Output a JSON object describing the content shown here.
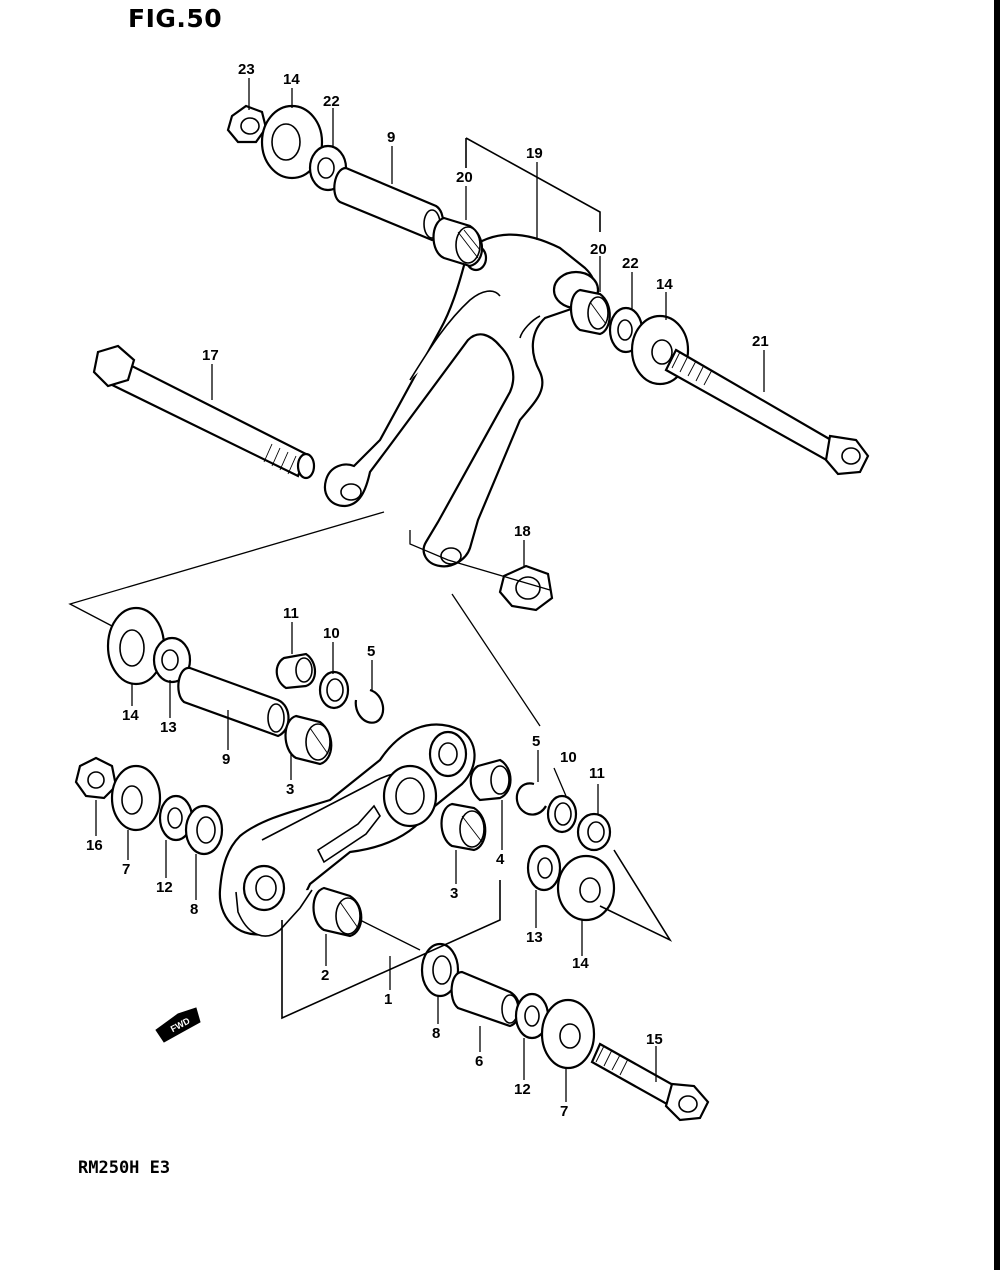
{
  "figure": {
    "title": "FIG.50",
    "model": "RM250H E3",
    "direction_badge": "FWD"
  },
  "callouts": [
    {
      "id": "c23a",
      "text": "23"
    },
    {
      "id": "c14a",
      "text": "14"
    },
    {
      "id": "c22a",
      "text": "22"
    },
    {
      "id": "c9a",
      "text": "9"
    },
    {
      "id": "c20a",
      "text": "20"
    },
    {
      "id": "c19",
      "text": "19"
    },
    {
      "id": "c20b",
      "text": "20"
    },
    {
      "id": "c22b",
      "text": "22"
    },
    {
      "id": "c14b",
      "text": "14"
    },
    {
      "id": "c21",
      "text": "21"
    },
    {
      "id": "c17",
      "text": "17"
    },
    {
      "id": "c18",
      "text": "18"
    },
    {
      "id": "c11a",
      "text": "11"
    },
    {
      "id": "c10a",
      "text": "10"
    },
    {
      "id": "c5a",
      "text": "5"
    },
    {
      "id": "c14c",
      "text": "14"
    },
    {
      "id": "c13a",
      "text": "13"
    },
    {
      "id": "c9b",
      "text": "9"
    },
    {
      "id": "c3a",
      "text": "3"
    },
    {
      "id": "c5b",
      "text": "5"
    },
    {
      "id": "c10b",
      "text": "10"
    },
    {
      "id": "c11b",
      "text": "11"
    },
    {
      "id": "c16",
      "text": "16"
    },
    {
      "id": "c7a",
      "text": "7"
    },
    {
      "id": "c12a",
      "text": "12"
    },
    {
      "id": "c8a",
      "text": "8"
    },
    {
      "id": "c4",
      "text": "4"
    },
    {
      "id": "c3b",
      "text": "3"
    },
    {
      "id": "c13b",
      "text": "13"
    },
    {
      "id": "c14d",
      "text": "14"
    },
    {
      "id": "c2",
      "text": "2"
    },
    {
      "id": "c1",
      "text": "1"
    },
    {
      "id": "c8b",
      "text": "8"
    },
    {
      "id": "c6",
      "text": "6"
    },
    {
      "id": "c12b",
      "text": "12"
    },
    {
      "id": "c7b",
      "text": "7"
    },
    {
      "id": "c15",
      "text": "15"
    }
  ]
}
